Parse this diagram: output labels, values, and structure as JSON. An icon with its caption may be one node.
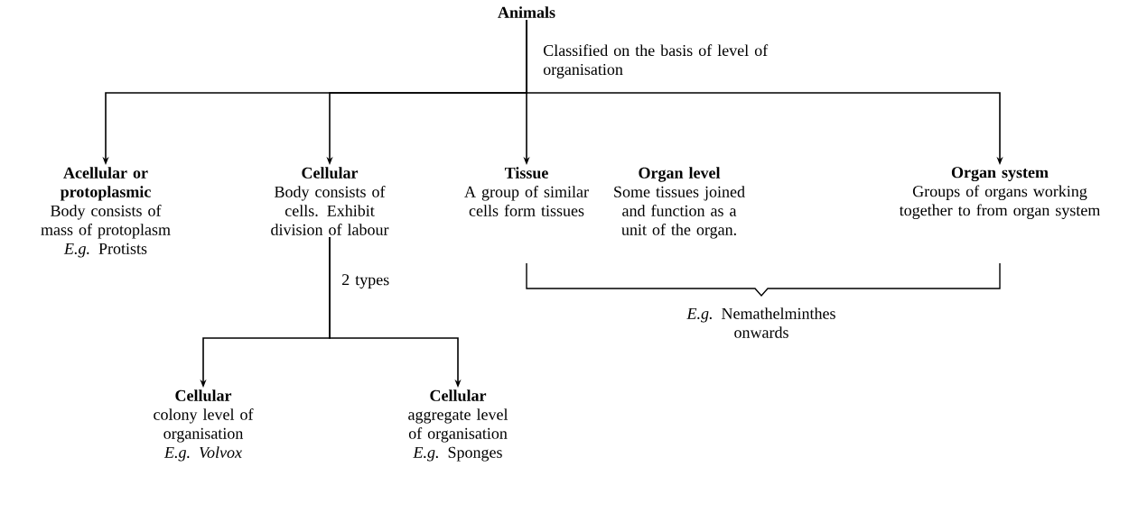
{
  "diagram": {
    "nodes": [
      {
        "text": [
          "Animals"
        ]
      },
      {
        "text": [
          "Acellular or protoplasmic",
          "Body consists of mass of protoplasm",
          "*E.g.* Protists"
        ]
      },
      {
        "text": [
          "Cellular",
          "Body consists of cells. Exhibit division of labour"
        ]
      },
      {
        "text": [
          "Tissue",
          "A group of similar cells form tissues"
        ]
      },
      {
        "text": [
          "Organ level",
          "Some tissues joined and function as a unit of the organ."
        ]
      },
      {
        "text": [
          "Organ system",
          "Groups of organs working together to from organ system"
        ]
      },
      {
        "text": [
          "Cellular",
          "colony level of organisation",
          "*E.g. Volvox*"
        ]
      },
      {
        "text": [
          "Cellular",
          "aggregate level of organisation",
          "*E.g.* Sponges"
        ]
      }
    ],
    "edges": [
      {
        "from": 0,
        "to": 1,
        "arrow": "to"
      },
      {
        "from": 0,
        "to": 2,
        "arrow": "to"
      },
      {
        "from": 0,
        "to": 3,
        "arrow": "to",
        "label": "Classified on the basis of level of organisation"
      },
      {
        "from": 0,
        "to": 5,
        "arrow": "to"
      },
      {
        "from": 2,
        "to": 6,
        "arrow": "to",
        "label": "2 types"
      },
      {
        "from": 2,
        "to": 7,
        "arrow": "to"
      }
    ],
    "labels": [
      "*E.g.* Nemathelminthes onwards"
    ]
  }
}
